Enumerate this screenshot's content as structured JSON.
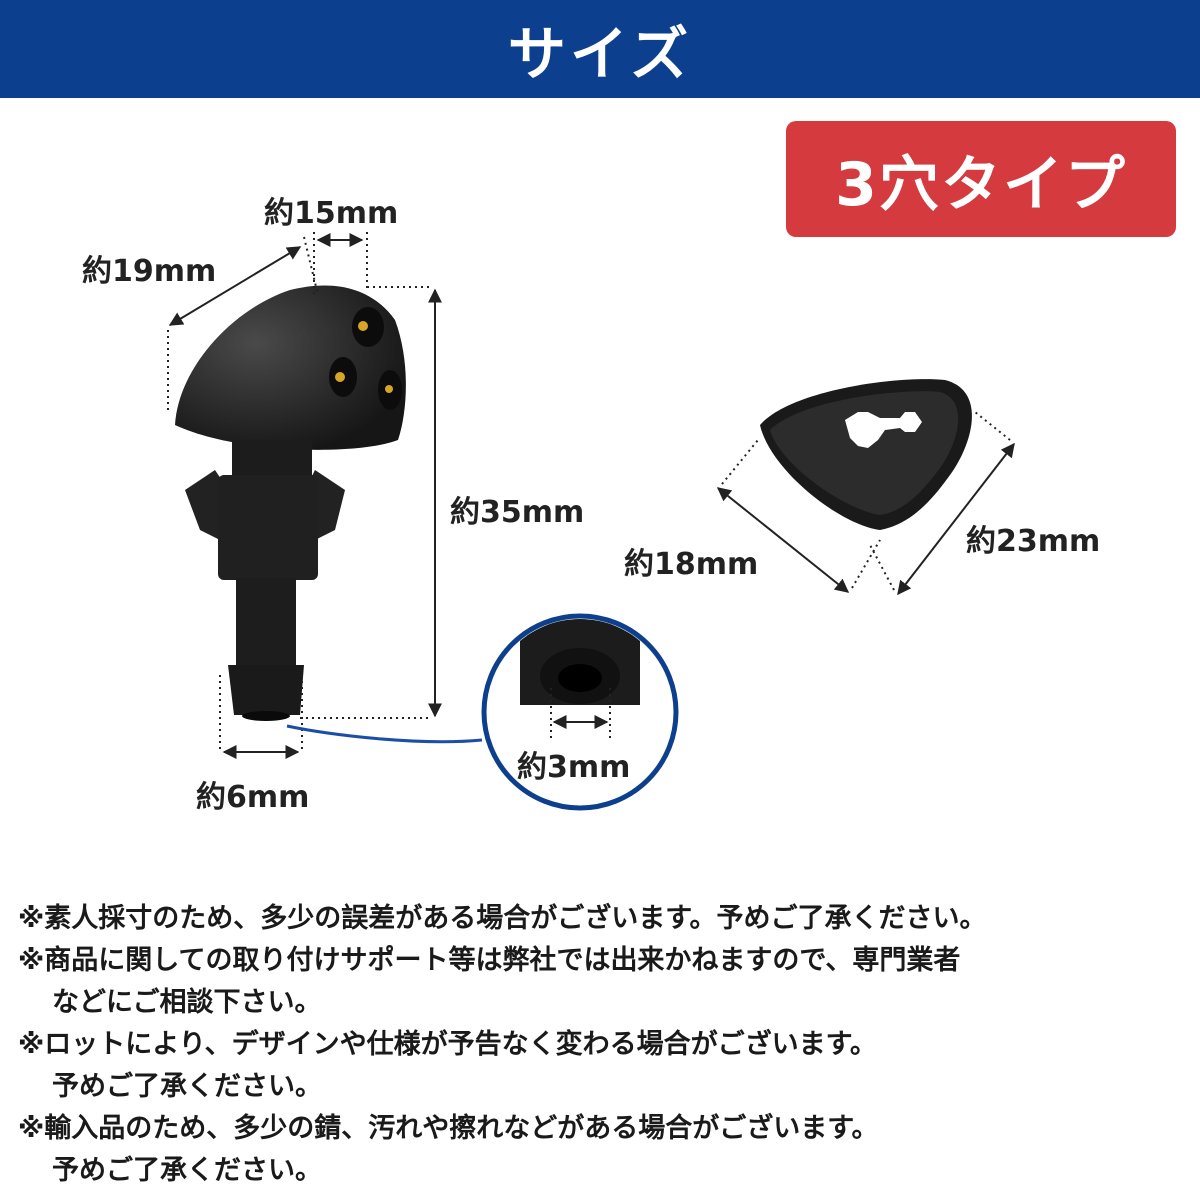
{
  "header": {
    "title": "サイズ",
    "background_color": "#0d3f8f"
  },
  "type_badge": {
    "label": "3穴タイプ",
    "color": "#d53a3e"
  },
  "nozzle": {
    "dims": {
      "length": "約19mm",
      "offset": "約15mm",
      "height": "約35mm",
      "base": "約6mm",
      "hole": "約3mm"
    }
  },
  "gasket": {
    "dims": {
      "width": "約18mm",
      "length": "約23mm"
    }
  },
  "notes": [
    {
      "text": "※素人採寸のため、多少の誤差がある場合がございます。予めご了承ください。"
    },
    {
      "text": "※商品に関しての取り付けサポート等は弊社では出来かねますので、専門業者",
      "cont": "などにご相談下さい。"
    },
    {
      "text": "※ロットにより、デザインや仕様が予告なく変わる場合がございます。",
      "cont": "予めご了承ください。"
    },
    {
      "text": "※輸入品のため、多少の錆、汚れや擦れなどがある場合がございます。",
      "cont": "予めご了承ください。"
    }
  ]
}
